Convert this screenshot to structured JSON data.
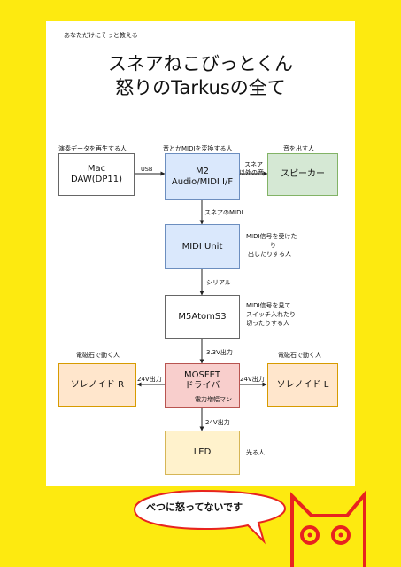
{
  "header": {
    "top_note": "あなただけにそっと教える"
  },
  "title": {
    "line1": "スネアねこびっとくん",
    "line2": "怒りのTarkusの全て"
  },
  "nodes": {
    "mac": {
      "line1": "Mac",
      "line2": "DAW(DP11)",
      "caption": "演奏データを再生する人",
      "color": "#ffffff"
    },
    "m2": {
      "line1": "M2",
      "line2": "Audio/MIDI I/F",
      "caption": "音とかMIDIを変換する人",
      "color": "#dae8fc"
    },
    "speaker": {
      "line1": "スピーカー",
      "caption": "音を出す人",
      "color": "#d5e8d4"
    },
    "midi_unit": {
      "line1": "MIDI Unit",
      "color": "#dae8fc"
    },
    "m5": {
      "line1": "M5AtomS3",
      "color": "#ffffff"
    },
    "mosfet": {
      "line1": "MOSFET",
      "line2": "ドライバ",
      "subcaption": "電力増幅マン",
      "color": "#f8cecc"
    },
    "sol_r": {
      "line1": "ソレノイド R",
      "caption": "電磁石で動く人",
      "color": "#ffe6cc"
    },
    "sol_l": {
      "line1": "ソレノイド L",
      "caption": "電磁石で動く人",
      "color": "#ffe6cc"
    },
    "led": {
      "line1": "LED",
      "caption": "光る人",
      "color": "#fff2cc"
    }
  },
  "edges": {
    "usb": "USB",
    "m2_speaker_l1": "スネア",
    "m2_speaker_l2": "以外の音",
    "m2_midi": "スネアのMIDI",
    "midi_m5": "シリアル",
    "m5_mosfet": "3.3V出力",
    "mosfet_r": "24V出力",
    "mosfet_l": "24V出力",
    "mosfet_led": "24V出力"
  },
  "notes": {
    "midi_unit_l1": "MIDI信号を受けた",
    "midi_unit_l2": "り",
    "midi_unit_l3": "出したりする人",
    "m5_l1": "MIDI信号を見て",
    "m5_l2": "スイッチ入れたり",
    "m5_l3": "切ったりする人"
  },
  "bubble": {
    "text": "べつに怒ってないです"
  },
  "colors": {
    "background": "#fdea10",
    "cat_stroke": "#e8231f",
    "bubble_stroke": "#e8231f"
  }
}
